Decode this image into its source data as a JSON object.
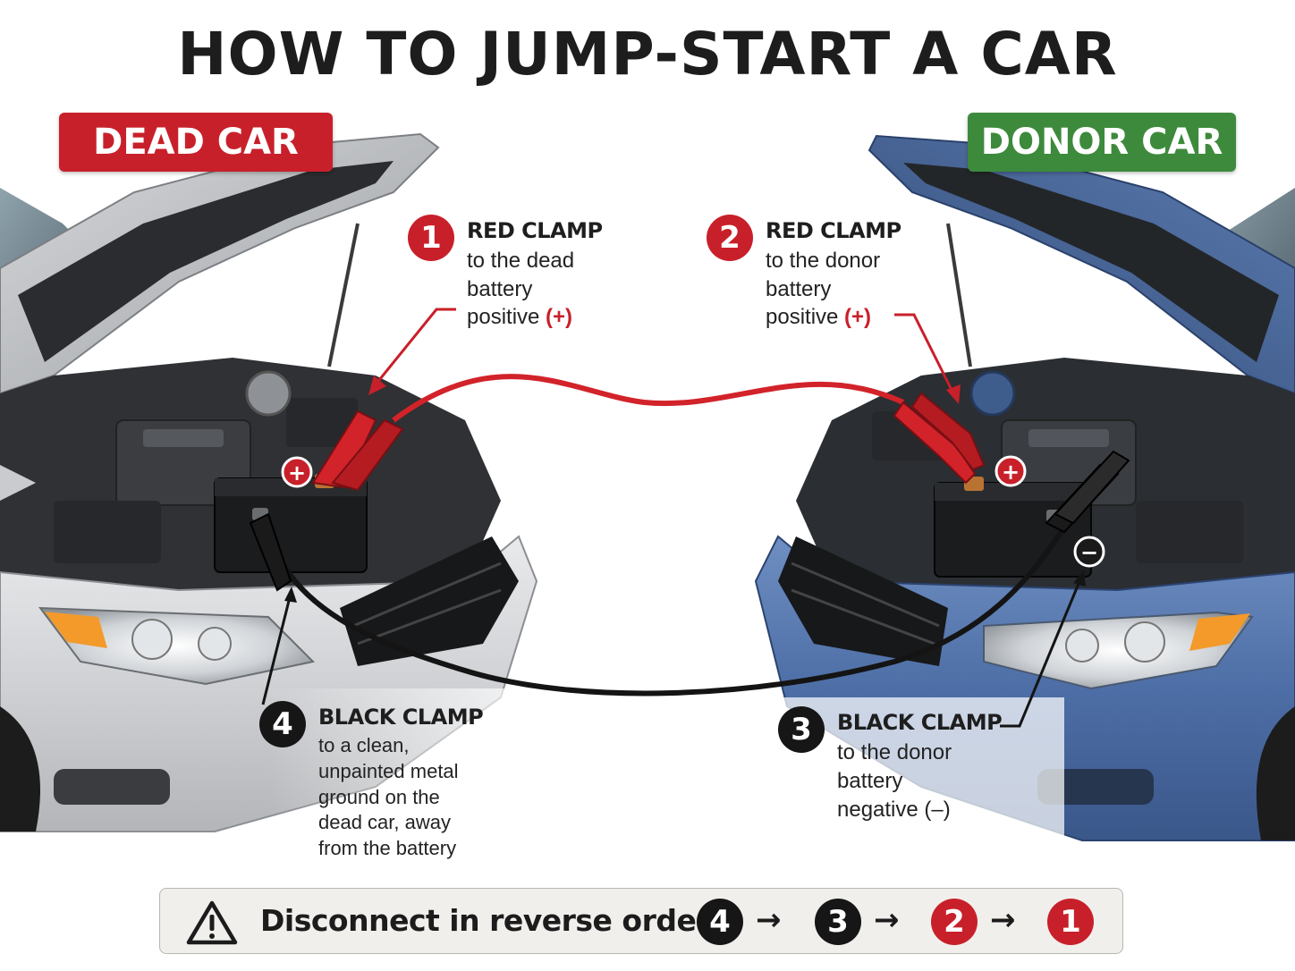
{
  "title": "HOW TO JUMP-START A CAR",
  "cars": {
    "dead": {
      "label": "DEAD CAR",
      "color": "#c8202a"
    },
    "donor": {
      "label": "DONOR CAR",
      "color": "#3d8a3c"
    }
  },
  "steps": [
    {
      "number": "1",
      "heading": "RED CLAMP",
      "lines": [
        "to the dead",
        "battery",
        "positive"
      ],
      "symbol": "(+)",
      "color": "#c8202a"
    },
    {
      "number": "2",
      "heading": "RED CLAMP",
      "lines": [
        "to the donor",
        "battery",
        "positive"
      ],
      "symbol": "(+)",
      "color": "#c8202a"
    },
    {
      "number": "3",
      "heading": "BLACK CLAMP",
      "lines": [
        "to the donor",
        "battery",
        "negative (–)"
      ],
      "symbol": "",
      "color": "#161616"
    },
    {
      "number": "4",
      "heading": "BLACK CLAMP",
      "lines": [
        "to a clean,",
        "unpainted metal",
        "ground on the",
        "dead car, away",
        "from the battery"
      ],
      "symbol": "",
      "color": "#161616"
    }
  ],
  "terminals": {
    "positive": "+",
    "negative": "−"
  },
  "warning": {
    "text": "Disconnect in reverse order:",
    "icon": "warning-triangle-icon",
    "order": [
      "4",
      "3",
      "2",
      "1"
    ],
    "arrow": "→"
  }
}
